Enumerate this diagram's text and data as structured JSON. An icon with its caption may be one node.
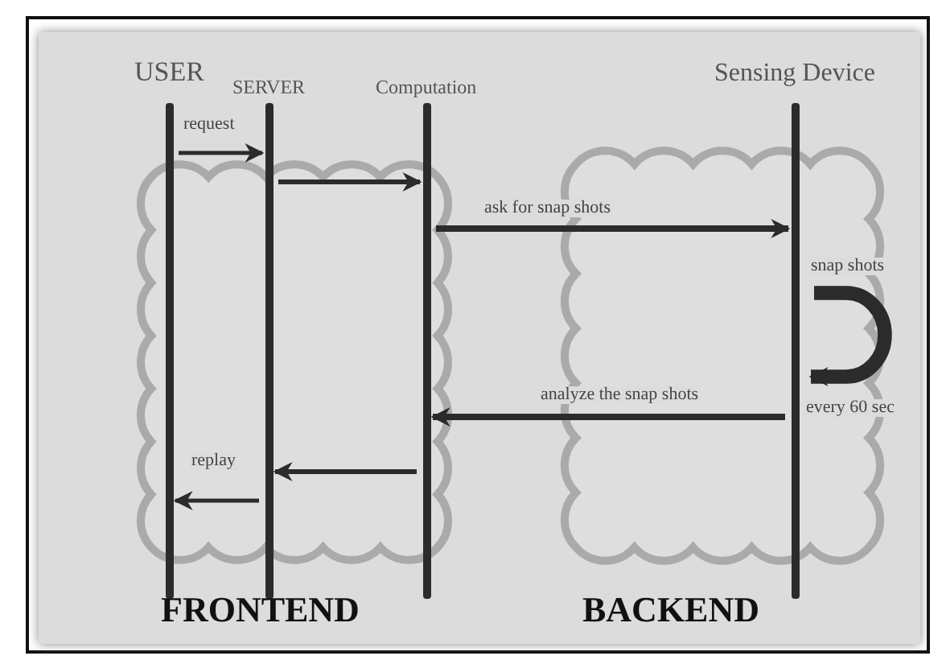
{
  "diagram": {
    "nodes": [
      {
        "text": [
          "USER"
        ]
      },
      {
        "text": [
          "SERVER"
        ]
      },
      {
        "text": [
          "Computation"
        ]
      },
      {
        "text": [
          "Sensing Device"
        ]
      }
    ],
    "edges": [
      {
        "from": 0,
        "to": 1,
        "arrow": "to",
        "label": "request"
      },
      {
        "from": 1,
        "to": 2,
        "arrow": "to"
      },
      {
        "from": 2,
        "to": 3,
        "arrow": "to",
        "label": "ask for snap shots"
      },
      {
        "from": 3,
        "to": 3,
        "arrow": "to",
        "label": "snap shots",
        "style": "thick"
      },
      {
        "from": 3,
        "to": 2,
        "arrow": "to",
        "label": "analyze the snap shots"
      },
      {
        "from": 2,
        "to": 1,
        "arrow": "to"
      },
      {
        "from": 1,
        "to": 0,
        "arrow": "to",
        "label": "replay"
      }
    ],
    "labels": [
      "every 60 sec",
      "FRONTEND",
      "BACKEND"
    ]
  }
}
